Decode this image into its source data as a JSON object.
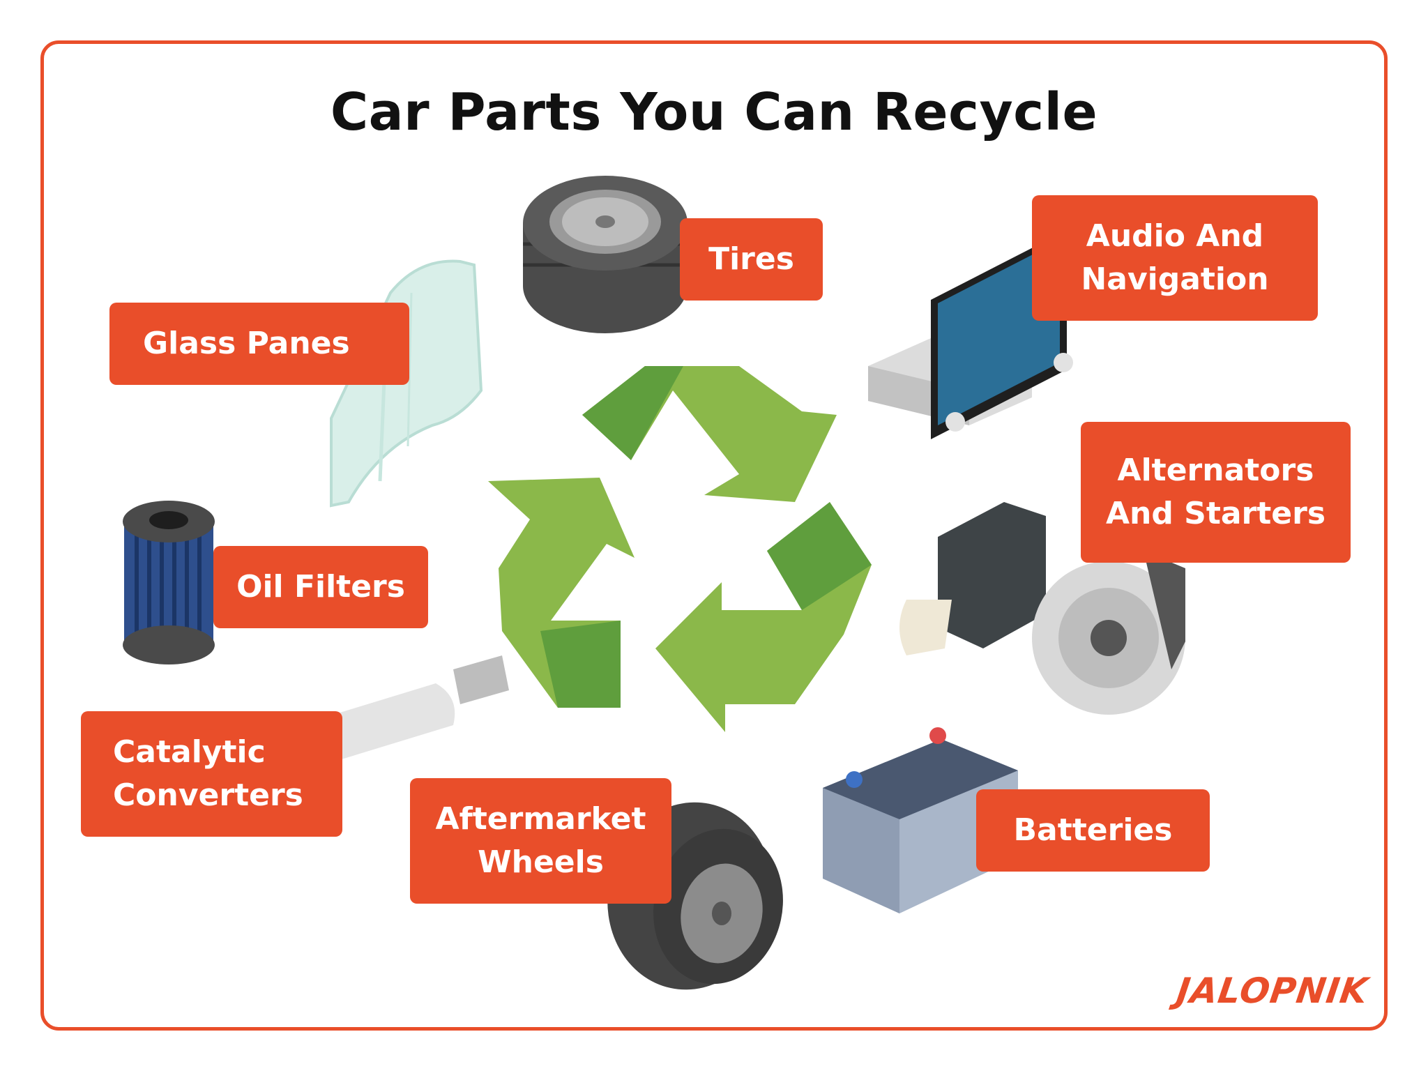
{
  "title": "Car Parts You Can Recycle",
  "colors": {
    "accent": "#e94e2a",
    "recycle_light": "#8bb84a",
    "recycle_dark": "#5f9e3d"
  },
  "labels": {
    "glass_panes": "Glass Panes",
    "tires": "Tires",
    "audio_navigation": "Audio And\nNavigation",
    "oil_filters": "Oil Filters",
    "alternators_starters": "Alternators\nAnd Starters",
    "catalytic_converters": "Catalytic\nConverters",
    "aftermarket_wheels": "Aftermarket\nWheels",
    "batteries": "Batteries"
  },
  "icons": {
    "center": "recycle-symbol-icon",
    "parts": [
      "glass-pane-icon",
      "tire-stack-icon",
      "car-stereo-icon",
      "oil-filter-icon",
      "alternator-starter-icon",
      "catalytic-converter-icon",
      "wheel-icon",
      "car-battery-icon"
    ]
  },
  "logo": "JALOPNIK"
}
